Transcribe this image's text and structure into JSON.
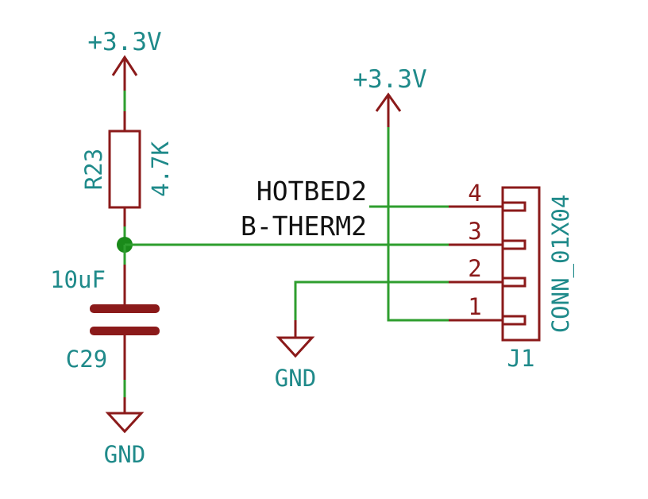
{
  "power": {
    "vcc_left": "+3.3V",
    "vcc_mid": "+3.3V",
    "gnd_mid": "GND",
    "gnd_bottom": "GND"
  },
  "resistor": {
    "ref": "R23",
    "value": "4.7K"
  },
  "capacitor": {
    "ref": "C29",
    "value": "10uF"
  },
  "net_labels": {
    "hotbed": "HOTBED2",
    "therm": "B-THERM2"
  },
  "connector": {
    "ref": "J1",
    "value": "CONN_01X04",
    "pins": [
      "4",
      "3",
      "2",
      "1"
    ]
  },
  "colors": {
    "wire": "#2e9e2e",
    "component": "#8b1a1a",
    "field_text": "#1f8a8a",
    "label_text": "#111111",
    "junction": "#1a8a1a"
  }
}
